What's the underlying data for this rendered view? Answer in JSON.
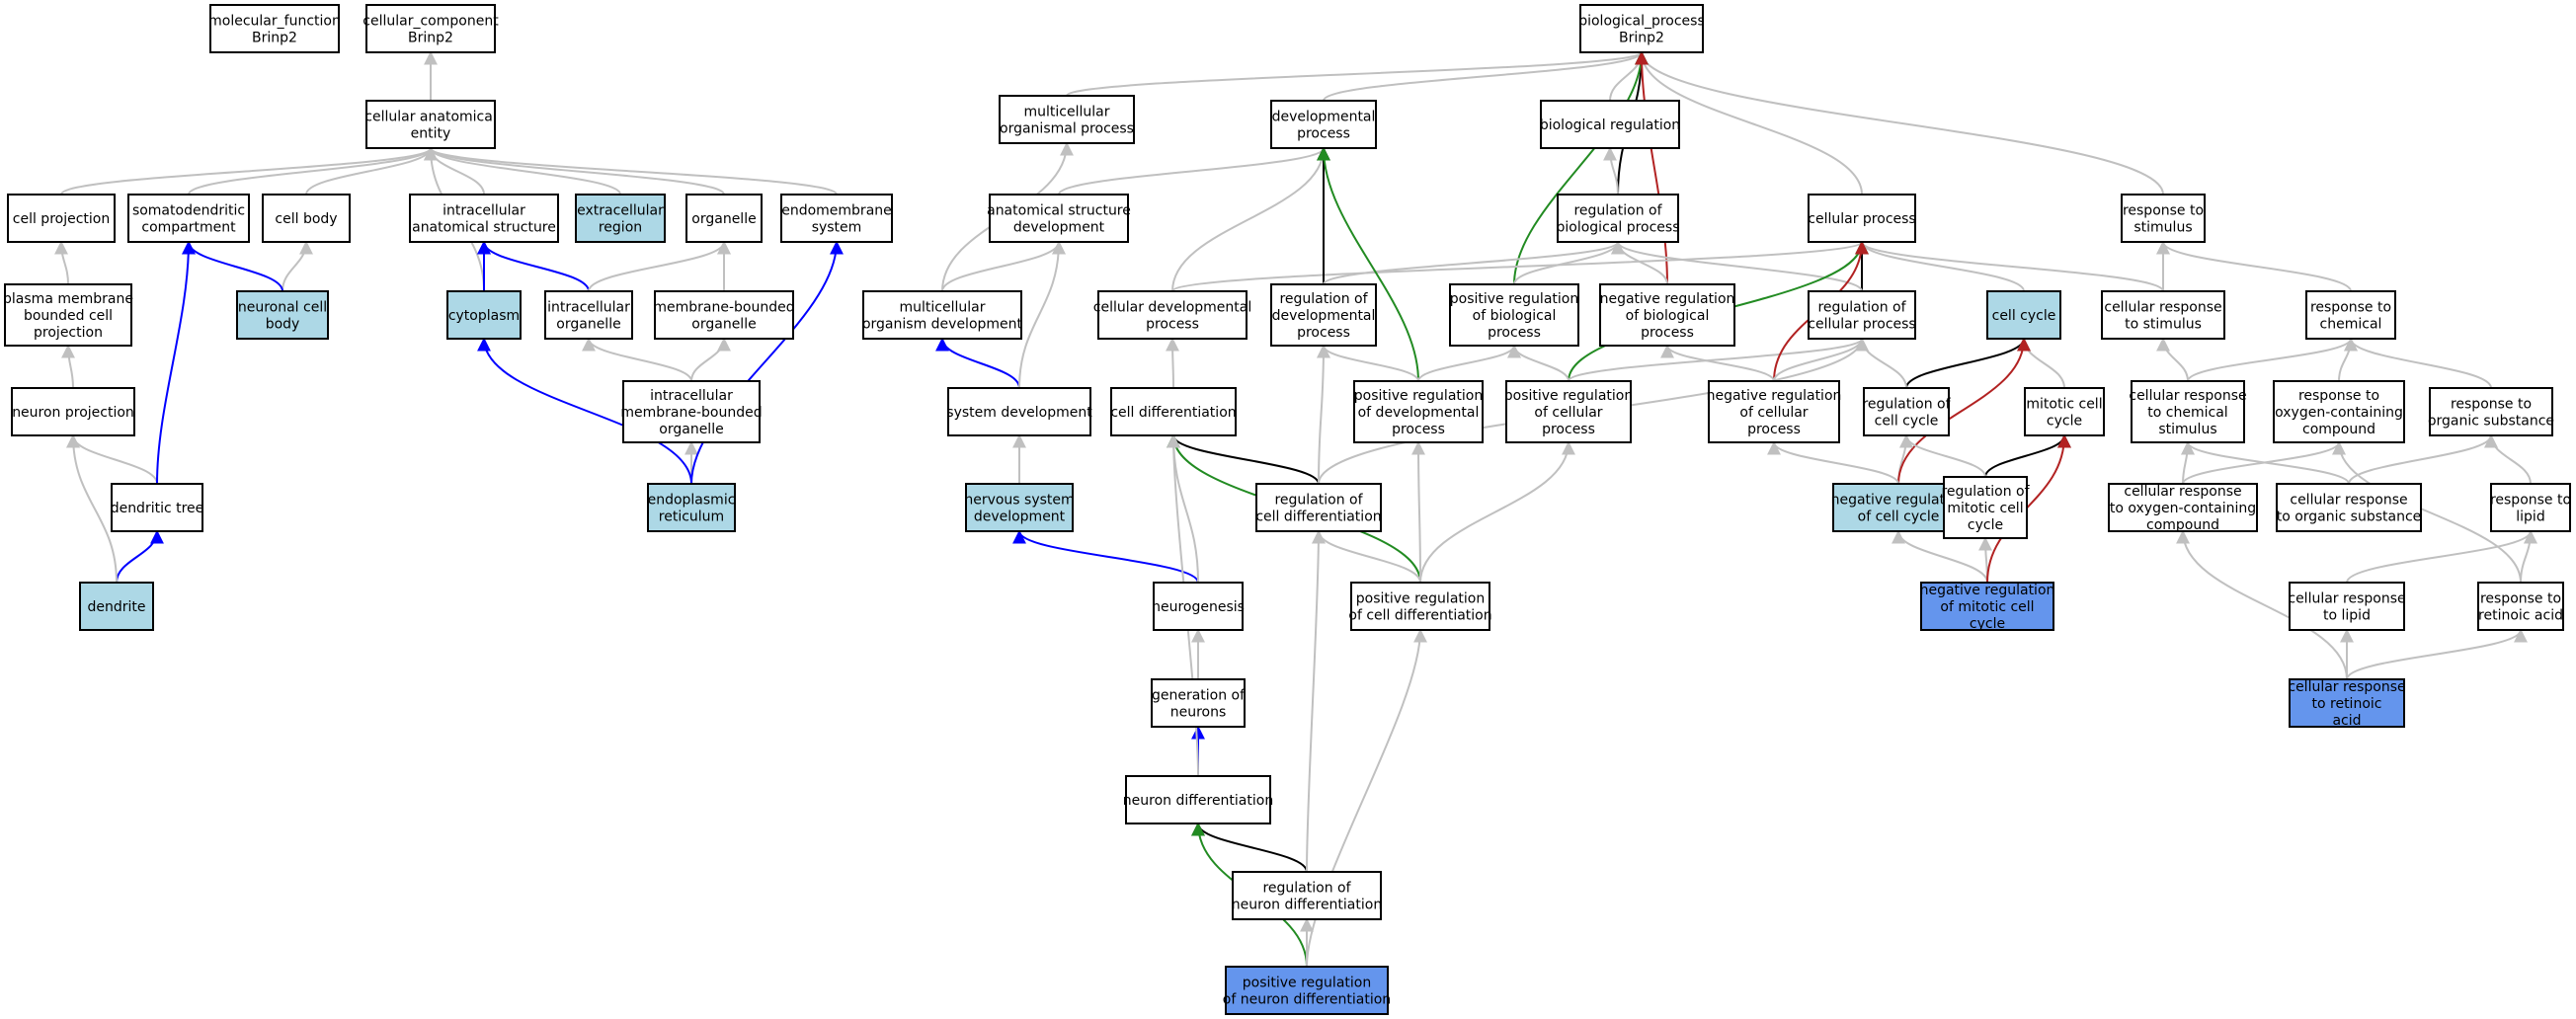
{
  "legend_colors": {
    "white": "#ffffff",
    "light": "#add8e6",
    "medium": "#6495ed",
    "gray_edge": "#c0c0c0",
    "black_edge": "#000000",
    "blue_edge": "#0000ff",
    "green_edge": "#228b22",
    "red_edge": "#b22222"
  },
  "nodes": [
    {
      "id": "mf_root",
      "label": [
        "molecular_function",
        "Brinp2"
      ],
      "fill": "white"
    },
    {
      "id": "cc_root",
      "label": [
        "cellular_component",
        "Brinp2"
      ],
      "fill": "white"
    },
    {
      "id": "cae",
      "label": [
        "cellular anatomical",
        "entity"
      ],
      "fill": "white"
    },
    {
      "id": "cell_proj",
      "label": [
        "cell projection"
      ],
      "fill": "white"
    },
    {
      "id": "somato",
      "label": [
        "somatodendritic",
        "compartment"
      ],
      "fill": "white"
    },
    {
      "id": "cell_body",
      "label": [
        "cell body"
      ],
      "fill": "white"
    },
    {
      "id": "ias",
      "label": [
        "intracellular",
        "anatomical structure"
      ],
      "fill": "white"
    },
    {
      "id": "extracell",
      "label": [
        "extracellular",
        "region"
      ],
      "fill": "light"
    },
    {
      "id": "organelle",
      "label": [
        "organelle"
      ],
      "fill": "white"
    },
    {
      "id": "endomem",
      "label": [
        "endomembrane",
        "system"
      ],
      "fill": "white"
    },
    {
      "id": "pmbcp",
      "label": [
        "plasma membrane",
        "bounded cell",
        "projection"
      ],
      "fill": "white"
    },
    {
      "id": "neuronal_cb",
      "label": [
        "neuronal cell",
        "body"
      ],
      "fill": "light"
    },
    {
      "id": "cytoplasm",
      "label": [
        "cytoplasm"
      ],
      "fill": "light"
    },
    {
      "id": "ic_org",
      "label": [
        "intracellular",
        "organelle"
      ],
      "fill": "white"
    },
    {
      "id": "mb_org",
      "label": [
        "membrane-bounded",
        "organelle"
      ],
      "fill": "white"
    },
    {
      "id": "neuron_proj",
      "label": [
        "neuron projection"
      ],
      "fill": "white"
    },
    {
      "id": "icmbo",
      "label": [
        "intracellular",
        "membrane-bounded",
        "organelle"
      ],
      "fill": "white"
    },
    {
      "id": "dend_tree",
      "label": [
        "dendritic tree"
      ],
      "fill": "white"
    },
    {
      "id": "er",
      "label": [
        "endoplasmic",
        "reticulum"
      ],
      "fill": "light"
    },
    {
      "id": "dendrite",
      "label": [
        "dendrite"
      ],
      "fill": "light"
    },
    {
      "id": "bp_root",
      "label": [
        "biological_process",
        "Brinp2"
      ],
      "fill": "white"
    },
    {
      "id": "mop",
      "label": [
        "multicellular",
        "organismal process"
      ],
      "fill": "white"
    },
    {
      "id": "dev_proc",
      "label": [
        "developmental",
        "process"
      ],
      "fill": "white"
    },
    {
      "id": "bio_reg",
      "label": [
        "biological regulation"
      ],
      "fill": "white"
    },
    {
      "id": "asd",
      "label": [
        "anatomical structure",
        "development"
      ],
      "fill": "white"
    },
    {
      "id": "reg_bp",
      "label": [
        "regulation of",
        "biological process"
      ],
      "fill": "white"
    },
    {
      "id": "cell_proc",
      "label": [
        "cellular process"
      ],
      "fill": "white"
    },
    {
      "id": "resp_stim",
      "label": [
        "response to",
        "stimulus"
      ],
      "fill": "white"
    },
    {
      "id": "mod",
      "label": [
        "multicellular",
        "organism development"
      ],
      "fill": "white"
    },
    {
      "id": "cdp",
      "label": [
        "cellular developmental",
        "process"
      ],
      "fill": "white"
    },
    {
      "id": "reg_dev",
      "label": [
        "regulation of",
        "developmental",
        "process"
      ],
      "fill": "white"
    },
    {
      "id": "pos_reg_bp",
      "label": [
        "positive regulation",
        "of biological",
        "process"
      ],
      "fill": "white"
    },
    {
      "id": "neg_reg_bp",
      "label": [
        "negative regulation",
        "of biological",
        "process"
      ],
      "fill": "white"
    },
    {
      "id": "reg_cp",
      "label": [
        "regulation of",
        "cellular process"
      ],
      "fill": "white"
    },
    {
      "id": "cell_cycle",
      "label": [
        "cell cycle"
      ],
      "fill": "light"
    },
    {
      "id": "cell_resp_stim",
      "label": [
        "cellular response",
        "to stimulus"
      ],
      "fill": "white"
    },
    {
      "id": "resp_chem",
      "label": [
        "response to",
        "chemical"
      ],
      "fill": "white"
    },
    {
      "id": "sys_dev",
      "label": [
        "system development"
      ],
      "fill": "white"
    },
    {
      "id": "cell_diff",
      "label": [
        "cell differentiation"
      ],
      "fill": "white"
    },
    {
      "id": "pos_reg_dev",
      "label": [
        "positive regulation",
        "of developmental",
        "process"
      ],
      "fill": "white"
    },
    {
      "id": "pos_reg_cp",
      "label": [
        "positive regulation",
        "of cellular",
        "process"
      ],
      "fill": "white"
    },
    {
      "id": "neg_reg_cp",
      "label": [
        "negative regulation",
        "of cellular",
        "process"
      ],
      "fill": "white"
    },
    {
      "id": "reg_cc",
      "label": [
        "regulation of",
        "cell cycle"
      ],
      "fill": "white"
    },
    {
      "id": "mit_cc",
      "label": [
        "mitotic cell",
        "cycle"
      ],
      "fill": "white"
    },
    {
      "id": "crcs",
      "label": [
        "cellular response",
        "to chemical",
        "stimulus"
      ],
      "fill": "white"
    },
    {
      "id": "r_ocs",
      "label": [
        "response to",
        "oxygen-containing",
        "compound"
      ],
      "fill": "white"
    },
    {
      "id": "r_os",
      "label": [
        "response to",
        "organic substance"
      ],
      "fill": "white"
    },
    {
      "id": "nsd",
      "label": [
        "nervous system",
        "development"
      ],
      "fill": "light"
    },
    {
      "id": "reg_cd",
      "label": [
        "regulation of",
        "cell differentiation"
      ],
      "fill": "white"
    },
    {
      "id": "neg_reg_cc",
      "label": [
        "negative regulation",
        "of cell cycle"
      ],
      "fill": "light"
    },
    {
      "id": "reg_mcc",
      "label": [
        "regulation of",
        "mitotic cell",
        "cycle"
      ],
      "fill": "white"
    },
    {
      "id": "cr_ocs",
      "label": [
        "cellular response",
        "to oxygen-containing",
        "compound"
      ],
      "fill": "white"
    },
    {
      "id": "cr_os",
      "label": [
        "cellular response",
        "to organic substance"
      ],
      "fill": "white"
    },
    {
      "id": "r_lipid",
      "label": [
        "response to",
        "lipid"
      ],
      "fill": "white"
    },
    {
      "id": "neurogen",
      "label": [
        "neurogenesis"
      ],
      "fill": "white"
    },
    {
      "id": "pos_reg_cd",
      "label": [
        "positive regulation",
        "of cell differentiation"
      ],
      "fill": "white"
    },
    {
      "id": "neg_reg_mcc",
      "label": [
        "negative regulation",
        "of mitotic cell",
        "cycle"
      ],
      "fill": "medium"
    },
    {
      "id": "cr_lipid",
      "label": [
        "cellular response",
        "to lipid"
      ],
      "fill": "white"
    },
    {
      "id": "r_ra",
      "label": [
        "response to",
        "retinoic acid"
      ],
      "fill": "white"
    },
    {
      "id": "gen_neur",
      "label": [
        "generation of",
        "neurons"
      ],
      "fill": "white"
    },
    {
      "id": "cr_ra",
      "label": [
        "cellular response",
        "to retinoic",
        "acid"
      ],
      "fill": "medium"
    },
    {
      "id": "neur_diff",
      "label": [
        "neuron differentiation"
      ],
      "fill": "white"
    },
    {
      "id": "reg_nd",
      "label": [
        "regulation of",
        "neuron differentiation"
      ],
      "fill": "white"
    },
    {
      "id": "pos_reg_nd",
      "label": [
        "positive regulation",
        "of neuron differentiation"
      ],
      "fill": "medium"
    }
  ],
  "edges": [
    {
      "from": "cae",
      "to": "cc_root",
      "color": "gray"
    },
    {
      "from": "cell_proj",
      "to": "cae",
      "color": "gray"
    },
    {
      "from": "somato",
      "to": "cae",
      "color": "gray"
    },
    {
      "from": "cell_body",
      "to": "cae",
      "color": "gray"
    },
    {
      "from": "ias",
      "to": "cae",
      "color": "gray"
    },
    {
      "from": "extracell",
      "to": "cae",
      "color": "gray"
    },
    {
      "from": "organelle",
      "to": "cae",
      "color": "gray"
    },
    {
      "from": "endomem",
      "to": "cae",
      "color": "gray"
    },
    {
      "from": "cytoplasm",
      "to": "cae",
      "color": "gray"
    },
    {
      "from": "pmbcp",
      "to": "cell_proj",
      "color": "gray"
    },
    {
      "from": "neuronal_cb",
      "to": "cell_body",
      "color": "gray"
    },
    {
      "from": "neuronal_cb",
      "to": "somato",
      "color": "blue"
    },
    {
      "from": "cytoplasm",
      "to": "ias",
      "color": "blue"
    },
    {
      "from": "ic_org",
      "to": "ias",
      "color": "blue"
    },
    {
      "from": "ic_org",
      "to": "organelle",
      "color": "gray"
    },
    {
      "from": "mb_org",
      "to": "organelle",
      "color": "gray"
    },
    {
      "from": "neuron_proj",
      "to": "pmbcp",
      "color": "gray"
    },
    {
      "from": "icmbo",
      "to": "ic_org",
      "color": "gray"
    },
    {
      "from": "icmbo",
      "to": "mb_org",
      "color": "gray"
    },
    {
      "from": "dend_tree",
      "to": "neuron_proj",
      "color": "gray"
    },
    {
      "from": "dend_tree",
      "to": "somato",
      "color": "blue"
    },
    {
      "from": "er",
      "to": "icmbo",
      "color": "gray"
    },
    {
      "from": "er",
      "to": "cytoplasm",
      "color": "blue"
    },
    {
      "from": "er",
      "to": "endomem",
      "color": "blue"
    },
    {
      "from": "dendrite",
      "to": "dend_tree",
      "color": "blue"
    },
    {
      "from": "dendrite",
      "to": "neuron_proj",
      "color": "gray"
    },
    {
      "from": "mop",
      "to": "bp_root",
      "color": "gray"
    },
    {
      "from": "dev_proc",
      "to": "bp_root",
      "color": "gray"
    },
    {
      "from": "bio_reg",
      "to": "bp_root",
      "color": "gray"
    },
    {
      "from": "cell_proc",
      "to": "bp_root",
      "color": "gray"
    },
    {
      "from": "resp_stim",
      "to": "bp_root",
      "color": "gray"
    },
    {
      "from": "reg_bp",
      "to": "bp_root",
      "color": "black"
    },
    {
      "from": "pos_reg_bp",
      "to": "bp_root",
      "color": "green"
    },
    {
      "from": "neg_reg_bp",
      "to": "bp_root",
      "color": "red"
    },
    {
      "from": "asd",
      "to": "dev_proc",
      "color": "gray"
    },
    {
      "from": "reg_bp",
      "to": "bio_reg",
      "color": "gray"
    },
    {
      "from": "mod",
      "to": "mop",
      "color": "gray"
    },
    {
      "from": "mod",
      "to": "asd",
      "color": "gray"
    },
    {
      "from": "cdp",
      "to": "dev_proc",
      "color": "gray"
    },
    {
      "from": "cdp",
      "to": "cell_proc",
      "color": "gray"
    },
    {
      "from": "reg_dev",
      "to": "dev_proc",
      "color": "black"
    },
    {
      "from": "reg_dev",
      "to": "reg_bp",
      "color": "gray"
    },
    {
      "from": "pos_reg_bp",
      "to": "reg_bp",
      "color": "gray"
    },
    {
      "from": "neg_reg_bp",
      "to": "reg_bp",
      "color": "gray"
    },
    {
      "from": "reg_cp",
      "to": "cell_proc",
      "color": "black"
    },
    {
      "from": "reg_cp",
      "to": "reg_bp",
      "color": "gray"
    },
    {
      "from": "cell_cycle",
      "to": "cell_proc",
      "color": "gray"
    },
    {
      "from": "cell_resp_stim",
      "to": "cell_proc",
      "color": "gray"
    },
    {
      "from": "cell_resp_stim",
      "to": "resp_stim",
      "color": "gray"
    },
    {
      "from": "resp_chem",
      "to": "resp_stim",
      "color": "gray"
    },
    {
      "from": "sys_dev",
      "to": "mod",
      "color": "blue"
    },
    {
      "from": "sys_dev",
      "to": "asd",
      "color": "gray"
    },
    {
      "from": "cell_diff",
      "to": "cdp",
      "color": "gray"
    },
    {
      "from": "pos_reg_dev",
      "to": "dev_proc",
      "color": "green"
    },
    {
      "from": "pos_reg_dev",
      "to": "reg_dev",
      "color": "gray"
    },
    {
      "from": "pos_reg_dev",
      "to": "pos_reg_bp",
      "color": "gray"
    },
    {
      "from": "pos_reg_cp",
      "to": "cell_proc",
      "color": "green"
    },
    {
      "from": "pos_reg_cp",
      "to": "pos_reg_bp",
      "color": "gray"
    },
    {
      "from": "pos_reg_cp",
      "to": "reg_cp",
      "color": "gray"
    },
    {
      "from": "neg_reg_cp",
      "to": "cell_proc",
      "color": "red"
    },
    {
      "from": "neg_reg_cp",
      "to": "neg_reg_bp",
      "color": "gray"
    },
    {
      "from": "neg_reg_cp",
      "to": "reg_cp",
      "color": "gray"
    },
    {
      "from": "reg_cc",
      "to": "cell_cycle",
      "color": "black"
    },
    {
      "from": "reg_cc",
      "to": "reg_cp",
      "color": "gray"
    },
    {
      "from": "mit_cc",
      "to": "cell_cycle",
      "color": "gray"
    },
    {
      "from": "crcs",
      "to": "cell_resp_stim",
      "color": "gray"
    },
    {
      "from": "crcs",
      "to": "resp_chem",
      "color": "gray"
    },
    {
      "from": "r_ocs",
      "to": "resp_chem",
      "color": "gray"
    },
    {
      "from": "r_os",
      "to": "resp_chem",
      "color": "gray"
    },
    {
      "from": "nsd",
      "to": "sys_dev",
      "color": "gray"
    },
    {
      "from": "reg_cd",
      "to": "cell_diff",
      "color": "black"
    },
    {
      "from": "reg_cd",
      "to": "reg_dev",
      "color": "gray"
    },
    {
      "from": "reg_cd",
      "to": "reg_cp",
      "color": "gray"
    },
    {
      "from": "neg_reg_cc",
      "to": "reg_cc",
      "color": "gray"
    },
    {
      "from": "neg_reg_cc",
      "to": "cell_cycle",
      "color": "red"
    },
    {
      "from": "neg_reg_cc",
      "to": "neg_reg_cp",
      "color": "gray"
    },
    {
      "from": "reg_mcc",
      "to": "mit_cc",
      "color": "black"
    },
    {
      "from": "reg_mcc",
      "to": "reg_cc",
      "color": "gray"
    },
    {
      "from": "cr_ocs",
      "to": "crcs",
      "color": "gray"
    },
    {
      "from": "cr_ocs",
      "to": "r_ocs",
      "color": "gray"
    },
    {
      "from": "cr_os",
      "to": "crcs",
      "color": "gray"
    },
    {
      "from": "cr_os",
      "to": "r_os",
      "color": "gray"
    },
    {
      "from": "r_lipid",
      "to": "r_os",
      "color": "gray"
    },
    {
      "from": "neurogen",
      "to": "nsd",
      "color": "blue"
    },
    {
      "from": "neurogen",
      "to": "cell_diff",
      "color": "gray"
    },
    {
      "from": "pos_reg_cd",
      "to": "cell_diff",
      "color": "green"
    },
    {
      "from": "pos_reg_cd",
      "to": "reg_cd",
      "color": "gray"
    },
    {
      "from": "pos_reg_cd",
      "to": "pos_reg_dev",
      "color": "gray"
    },
    {
      "from": "pos_reg_cd",
      "to": "pos_reg_cp",
      "color": "gray"
    },
    {
      "from": "neg_reg_mcc",
      "to": "neg_reg_cc",
      "color": "gray"
    },
    {
      "from": "neg_reg_mcc",
      "to": "reg_mcc",
      "color": "gray"
    },
    {
      "from": "neg_reg_mcc",
      "to": "mit_cc",
      "color": "red"
    },
    {
      "from": "cr_lipid",
      "to": "r_lipid",
      "color": "gray"
    },
    {
      "from": "r_ra",
      "to": "r_lipid",
      "color": "gray"
    },
    {
      "from": "r_ra",
      "to": "r_ocs",
      "color": "gray"
    },
    {
      "from": "gen_neur",
      "to": "neurogen",
      "color": "gray"
    },
    {
      "from": "cr_ra",
      "to": "cr_lipid",
      "color": "gray"
    },
    {
      "from": "cr_ra",
      "to": "r_ra",
      "color": "gray"
    },
    {
      "from": "cr_ra",
      "to": "cr_ocs",
      "color": "gray"
    },
    {
      "from": "neur_diff",
      "to": "gen_neur",
      "color": "blue"
    },
    {
      "from": "neur_diff",
      "to": "cell_diff",
      "color": "gray"
    },
    {
      "from": "reg_nd",
      "to": "neur_diff",
      "color": "black"
    },
    {
      "from": "reg_nd",
      "to": "reg_cd",
      "color": "gray"
    },
    {
      "from": "pos_reg_nd",
      "to": "neur_diff",
      "color": "green"
    },
    {
      "from": "pos_reg_nd",
      "to": "reg_nd",
      "color": "gray"
    },
    {
      "from": "pos_reg_nd",
      "to": "pos_reg_cd",
      "color": "gray"
    }
  ]
}
